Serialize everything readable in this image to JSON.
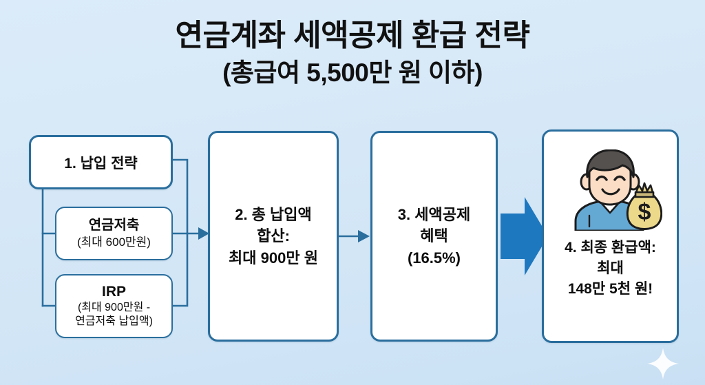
{
  "title": {
    "line1": "연금계좌 세액공제 환급 전략",
    "line2": "(총급여 5,500만 원 이하)"
  },
  "colors": {
    "background_top": "#dbebf9",
    "background_bottom": "#c9e0f4",
    "box_border": "#2a6e9d",
    "box_fill": "#ffffff",
    "connector": "#2a6e9d",
    "big_arrow": "#1e78bf",
    "text": "#0d0d0d",
    "hair": "#55514f",
    "skin": "#fbdcc4",
    "shirt": "#64a8d4",
    "money_bag": "#edd98a",
    "sparkle": "#ffffff"
  },
  "flow": {
    "step1": {
      "label": "1. 납입 전략"
    },
    "step1_children": [
      {
        "name": "연금저축",
        "detail": "(최대 600만원)"
      },
      {
        "name": "IRP",
        "detail_line1": "(최대 900만원 -",
        "detail_line2": "연금저축 납입액)"
      }
    ],
    "step2": {
      "line1": "2. 총 납입액",
      "line2": "합산:",
      "line3": "최대 900만 원"
    },
    "step3": {
      "line1": "3. 세액공제",
      "line2": "혜택",
      "line3": "(16.5%)"
    },
    "step4": {
      "line1": "4. 최종 환급액:",
      "line2": "최대",
      "line3": "148만 5천 원!"
    }
  },
  "icons": {
    "person_with_money_bag": "person-money-bag-icon",
    "sparkle": "sparkle-icon",
    "big_arrow": "big-right-arrow-icon",
    "small_arrow": "small-right-arrow-icon"
  }
}
